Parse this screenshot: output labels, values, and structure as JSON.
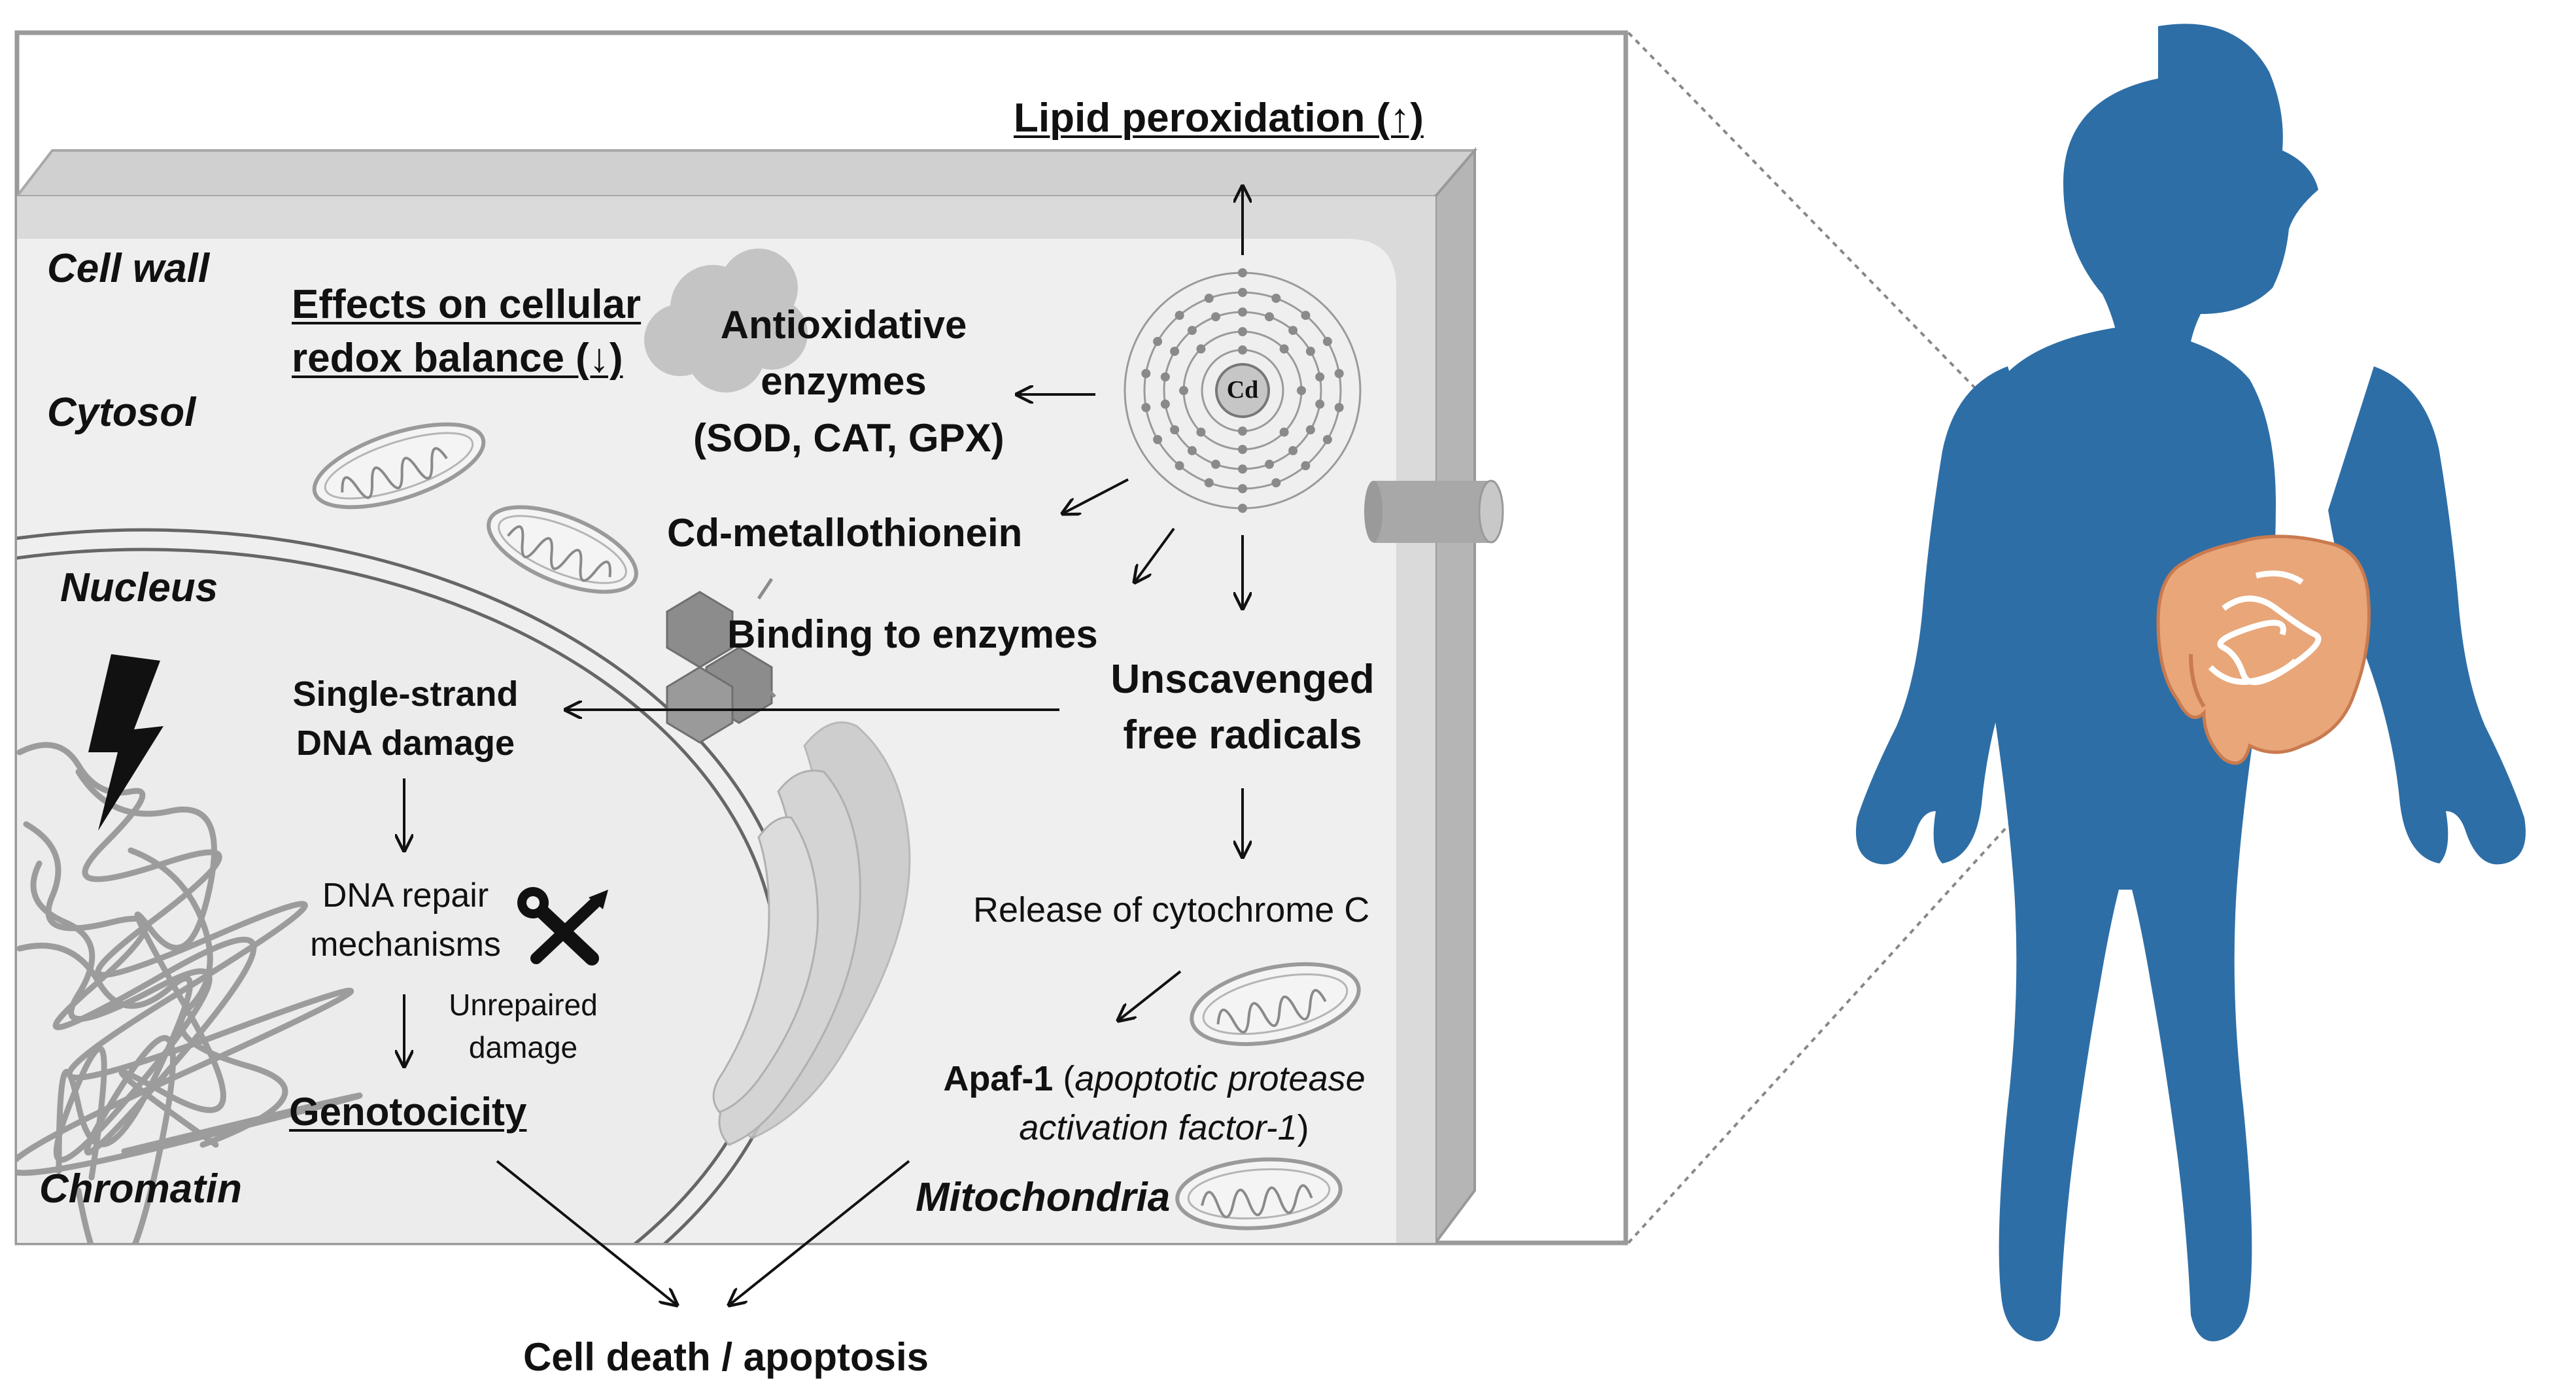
{
  "colors": {
    "body_silhouette": "#2E6EA6",
    "intestine": "#E8A679",
    "intestine_dark": "#C97A4E",
    "cell_panel": "#efefef",
    "cell_wall": "#d4d4d4",
    "organelle": "#bdbdbd",
    "text": "#111111"
  },
  "icons": {
    "lightning": "lightning-bolt-icon",
    "tools": "wrench-screwdriver-icon",
    "cd_atom": "cadmium-atom-icon"
  },
  "labels": {
    "cell_wall": "Cell wall",
    "cytosol": "Cytosol",
    "nucleus": "Nucleus",
    "chromatin": "Chromatin",
    "mitochondria": "Mitochondria",
    "lipid": "Lipid peroxidation (↑)",
    "redox_line1": "Effects on cellular",
    "redox_line2": "redox balance (↓)",
    "antiox_line1": "Antioxidative",
    "antiox_line2": "enzymes",
    "antiox_line3": "(SOD, CAT, GPX)",
    "metallothionein": "Cd-metallothionein",
    "binding": "Binding to enzymes",
    "unscav_line1": "Unscavenged",
    "unscav_line2": "free radicals",
    "ssdna_line1": "Single-strand",
    "ssdna_line2": "DNA damage",
    "repair_line1": "DNA repair",
    "repair_line2": "mechanisms",
    "unrepaired_line1": "Unrepaired",
    "unrepaired_line2": "damage",
    "genotox": "Genotocicity",
    "cytc": "Release of cytochrome C",
    "apaf_bold": "Apaf-1",
    "apaf_open": " (",
    "apaf_italic1": "apoptotic protease",
    "apaf_italic2": "activation factor-1",
    "apaf_close": ")",
    "cd": "Cd",
    "death": "Cell death / apoptosis"
  }
}
